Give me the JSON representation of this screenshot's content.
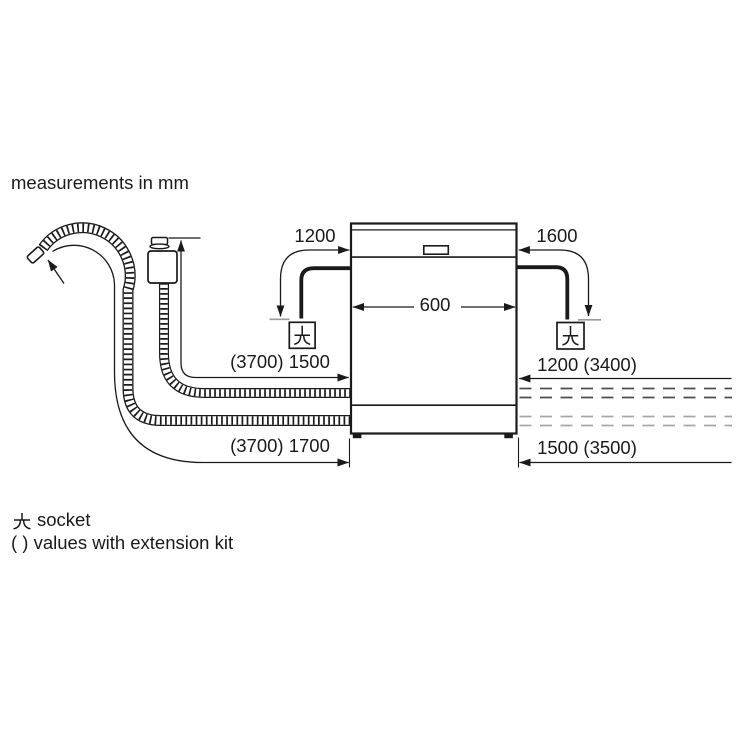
{
  "header": {
    "title": "measurements in mm"
  },
  "dimensions": {
    "left_clearance": "1200",
    "right_clearance": "1600",
    "appliance_width": "600",
    "supply_hose": "(3700) 1500",
    "right_mid": "1200 (3400)",
    "drain_hose": "(3700) 1700",
    "right_bottom": "1500 (3500)"
  },
  "legend": {
    "socket_label": "socket",
    "parentheses_note": "( ) values with extension kit"
  },
  "icons": {
    "socket": "socket-icon",
    "tap_connector": "tap-connector-icon"
  },
  "colors": {
    "ink": "#1a1a1a",
    "dash_dark": "#4d4d4d",
    "dash_light": "#a6a6a6",
    "tick": "#9a9a9a",
    "background": "#ffffff"
  }
}
